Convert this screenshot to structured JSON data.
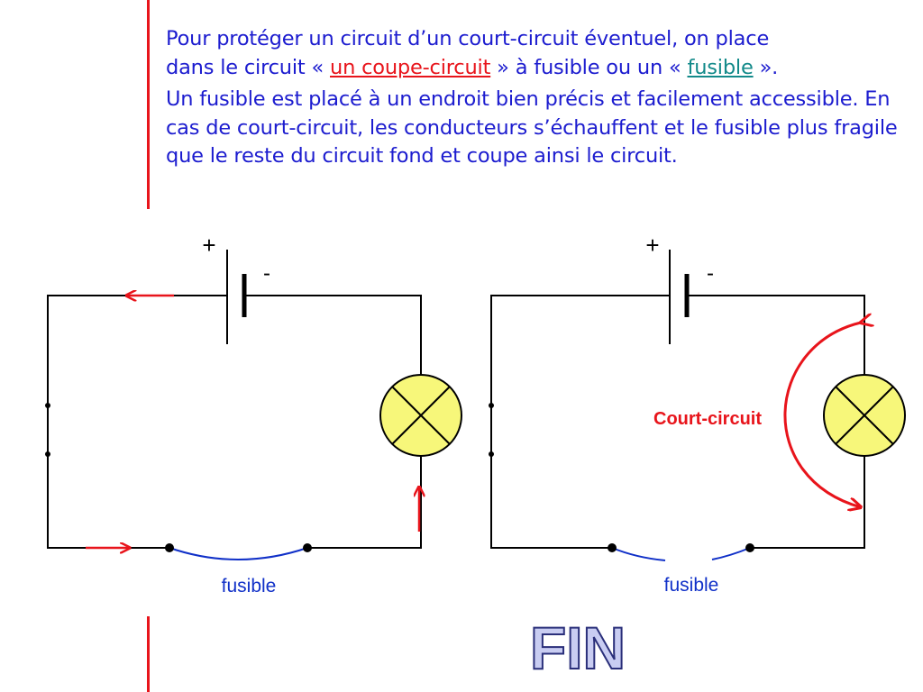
{
  "intro": {
    "line1": "Pour protéger un circuit d’un court-circuit éventuel, on place",
    "line2_before": "dans le circuit « ",
    "line2_link1": "un coupe-circuit",
    "line2_middle": " » à fusible ou un « ",
    "line2_link2": "fusible",
    "line2_after": " ».",
    "para2": "Un fusible est placé à un endroit bien précis et facilement accessible. En cas de court-circuit, les conducteurs s’échauffent et le fusible plus fragile que le reste du circuit fond et coupe ainsi le circuit."
  },
  "left_circuit": {
    "plus": "+",
    "minus": "-",
    "fuse_label": "fusible"
  },
  "right_circuit": {
    "plus": "+",
    "minus": "-",
    "fuse_label": "fusible",
    "short_circuit_label": "Court-circuit"
  },
  "end_button": {
    "label": "FIN"
  },
  "colors": {
    "text_blue": "#1c1ccf",
    "accent_red": "#e8141b",
    "link_green": "#138a8a",
    "lamp_fill": "#f7f77a",
    "fuse_blue": "#1030c8",
    "fin_fill": "#c9cdf2",
    "fin_stroke": "#2a2f7a"
  }
}
